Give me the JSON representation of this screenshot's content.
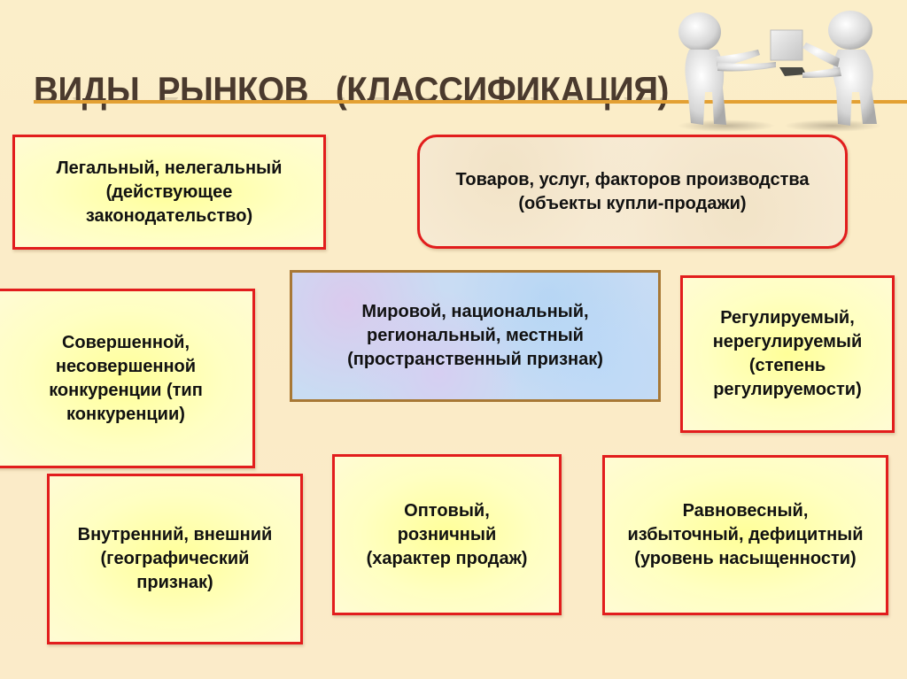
{
  "slide": {
    "title": "ВИДЫ  РЫНКОВ   (КЛАССИФИКАЦИЯ)",
    "illustration": "two-figures-exchanging-box-and-money",
    "colors": {
      "background": "#fbecc9",
      "title_text": "#4a3a2e",
      "title_underline": "#e3a033",
      "box_border": "#e21d1d",
      "box_fill": "#ffffc2",
      "center_box_border": "#a87835",
      "center_box_fill": "#c9dcf3"
    },
    "boxes": [
      {
        "id": "legal",
        "text": "Легальный, нелегальный (действующее законодательство)",
        "lines": [
          "Легальный, нелегальный",
          "(действующее",
          "законодательство)"
        ]
      },
      {
        "id": "objects",
        "text": "Товаров, услуг, факторов производства (объекты купли-продажи)",
        "lines": [
          "Товаров, услуг, факторов производства",
          "(объекты купли-продажи)"
        ]
      },
      {
        "id": "spatial",
        "text": "Мировой, национальный, региональный, местный (пространственный признак)",
        "lines": [
          "Мировой, национальный,",
          "региональный, местный",
          "(пространственный признак)"
        ]
      },
      {
        "id": "competition",
        "text": "Совершенной, несовершенной конкуренции (тип конкуренции)",
        "lines": [
          "Совершенной,",
          "несовершенной",
          "конкуренции (тип",
          "конкуренции)"
        ]
      },
      {
        "id": "regulation",
        "text": "Регулируемый, нерегулируемый (степень регулируемости)",
        "lines": [
          "Регулируемый,",
          "нерегулируемый",
          "(степень",
          "регулируемости)"
        ]
      },
      {
        "id": "geographic",
        "text": "Внутренний, внешний (географический признак)",
        "lines": [
          "Внутренний, внешний",
          "(географический",
          "признак)"
        ]
      },
      {
        "id": "sales",
        "text": "Оптовый, розничный (характер продаж)",
        "lines": [
          "Оптовый,",
          "розничный",
          "(характер продаж)"
        ]
      },
      {
        "id": "saturation",
        "text": "Равновесный, избыточный, дефицитный (уровень насыщенности)",
        "lines": [
          "Равновесный,",
          "избыточный, дефицитный",
          "(уровень насыщенности)"
        ]
      }
    ]
  }
}
